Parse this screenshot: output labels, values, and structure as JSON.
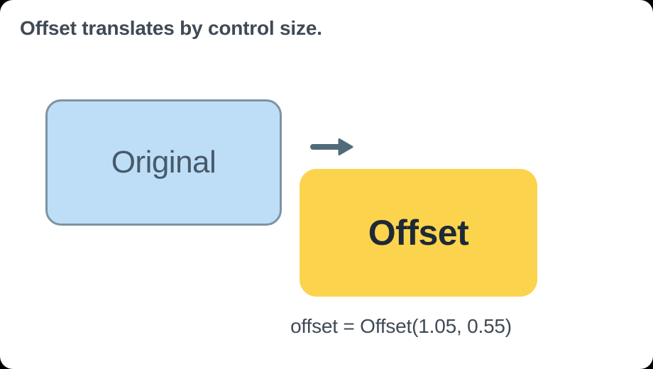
{
  "title": {
    "text": "Offset translates by control size."
  },
  "original_box": {
    "label": "Original"
  },
  "offset_box": {
    "label": "Offset"
  },
  "arrow": {
    "direction": "right"
  },
  "caption": {
    "text": "offset = Offset(1.05, 0.55)"
  },
  "colors": {
    "page-bg": "#000000",
    "surface": "#ffffff",
    "title-color": "#3f4a55",
    "blue-fill": "#bddef6",
    "blue-border": "#7e93a1",
    "original-text": "#47596b",
    "yellow-fill": "#fcd34d",
    "offset-text": "#1d2936",
    "arrow-color": "#516b7a",
    "caption-color": "#3f4a55"
  }
}
